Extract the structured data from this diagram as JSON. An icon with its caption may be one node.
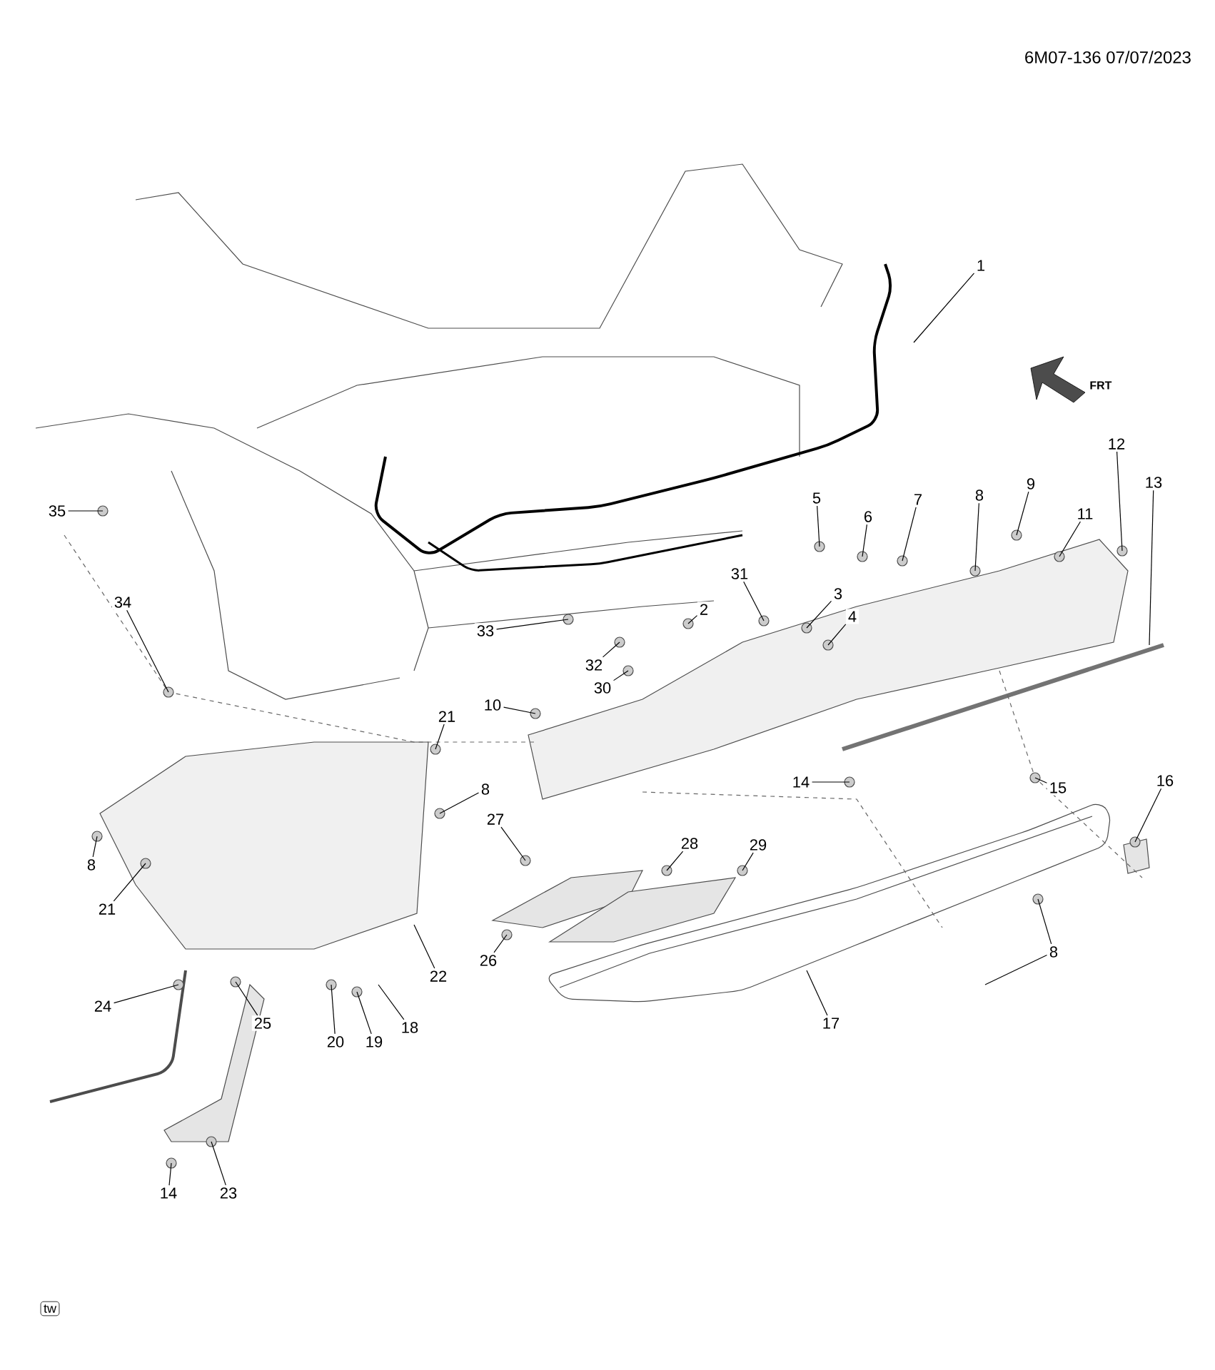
{
  "diagram": {
    "nodes": [
      {
        "text": [
          "1"
        ]
      },
      {
        "text": [
          "35"
        ]
      },
      {
        "text": [
          "5"
        ]
      },
      {
        "text": [
          "6"
        ]
      },
      {
        "text": [
          "7"
        ]
      },
      {
        "text": [
          "8"
        ]
      },
      {
        "text": [
          "9"
        ]
      },
      {
        "text": [
          "11"
        ]
      },
      {
        "text": [
          "12"
        ]
      },
      {
        "text": [
          "13"
        ]
      },
      {
        "text": [
          "34"
        ]
      },
      {
        "text": [
          "31"
        ]
      },
      {
        "text": [
          "3"
        ]
      },
      {
        "text": [
          "4"
        ]
      },
      {
        "text": [
          "2"
        ]
      },
      {
        "text": [
          "33"
        ]
      },
      {
        "text": [
          "32"
        ]
      },
      {
        "text": [
          "30"
        ]
      },
      {
        "text": [
          "10"
        ]
      },
      {
        "text": [
          "21"
        ]
      },
      {
        "text": [
          "8"
        ]
      },
      {
        "text": [
          "14"
        ]
      },
      {
        "text": [
          "15"
        ]
      },
      {
        "text": [
          "16"
        ]
      },
      {
        "text": [
          "27"
        ]
      },
      {
        "text": [
          "28"
        ]
      },
      {
        "text": [
          "29"
        ]
      },
      {
        "text": [
          "8"
        ]
      },
      {
        "text": [
          "21"
        ]
      },
      {
        "text": [
          "22"
        ]
      },
      {
        "text": [
          "26"
        ]
      },
      {
        "text": [
          "8"
        ]
      },
      {
        "text": [
          "17"
        ]
      },
      {
        "text": [
          "24"
        ]
      },
      {
        "text": [
          "25"
        ]
      },
      {
        "text": [
          "20"
        ]
      },
      {
        "text": [
          "19"
        ]
      },
      {
        "text": [
          "18"
        ]
      },
      {
        "text": [
          "23"
        ]
      },
      {
        "text": [
          "14"
        ]
      }
    ],
    "edges": [
      {
        "from": 0,
        "to": null,
        "arrow": "none"
      },
      {
        "from": 1,
        "to": null,
        "arrow": "none"
      },
      {
        "from": 2,
        "to": null,
        "arrow": "none"
      },
      {
        "from": 3,
        "to": null,
        "arrow": "none"
      },
      {
        "from": 4,
        "to": null,
        "arrow": "none"
      },
      {
        "from": 5,
        "to": null,
        "arrow": "none"
      },
      {
        "from": 6,
        "to": null,
        "arrow": "none"
      },
      {
        "from": 7,
        "to": null,
        "arrow": "none"
      },
      {
        "from": 8,
        "to": null,
        "arrow": "none"
      },
      {
        "from": 9,
        "to": null,
        "arrow": "none"
      },
      {
        "from": 10,
        "to": null,
        "arrow": "none"
      },
      {
        "from": 11,
        "to": null,
        "arrow": "none"
      },
      {
        "from": 12,
        "to": null,
        "arrow": "none"
      },
      {
        "from": 13,
        "to": null,
        "arrow": "none"
      },
      {
        "from": 14,
        "to": null,
        "arrow": "none"
      },
      {
        "from": 15,
        "to": null,
        "arrow": "none"
      },
      {
        "from": 16,
        "to": null,
        "arrow": "none"
      },
      {
        "from": 17,
        "to": null,
        "arrow": "none"
      },
      {
        "from": 18,
        "to": null,
        "arrow": "none"
      },
      {
        "from": 19,
        "to": null,
        "arrow": "none"
      },
      {
        "from": 20,
        "to": null,
        "arrow": "none"
      },
      {
        "from": 21,
        "to": null,
        "arrow": "none"
      },
      {
        "from": 22,
        "to": null,
        "arrow": "none"
      },
      {
        "from": 23,
        "to": null,
        "arrow": "none"
      },
      {
        "from": 24,
        "to": null,
        "arrow": "none"
      },
      {
        "from": 25,
        "to": null,
        "arrow": "none"
      },
      {
        "from": 26,
        "to": null,
        "arrow": "none"
      },
      {
        "from": 27,
        "to": null,
        "arrow": "none"
      },
      {
        "from": 28,
        "to": null,
        "arrow": "none"
      },
      {
        "from": 29,
        "to": null,
        "arrow": "none"
      },
      {
        "from": 30,
        "to": null,
        "arrow": "none"
      },
      {
        "from": 31,
        "to": null,
        "arrow": "none"
      },
      {
        "from": 31,
        "to": null,
        "arrow": "none"
      },
      {
        "from": 32,
        "to": null,
        "arrow": "none"
      },
      {
        "from": 33,
        "to": null,
        "arrow": "none"
      },
      {
        "from": 34,
        "to": null,
        "arrow": "none"
      },
      {
        "from": 35,
        "to": null,
        "arrow": "none"
      },
      {
        "from": 36,
        "to": null,
        "arrow": "none"
      },
      {
        "from": 37,
        "to": null,
        "arrow": "none"
      },
      {
        "from": 38,
        "to": null,
        "arrow": "none"
      },
      {
        "from": 39,
        "to": null,
        "arrow": "none"
      }
    ],
    "labels": [
      "6M07-136 07/07/2023",
      "FRT",
      "tw"
    ]
  }
}
